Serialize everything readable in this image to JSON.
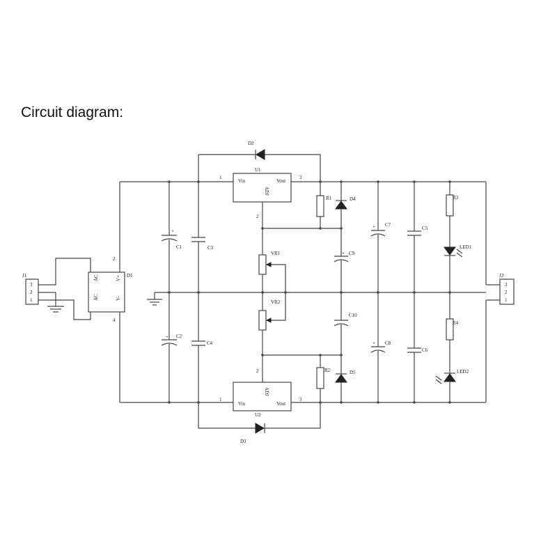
{
  "page": {
    "title": "Circuit diagram:"
  },
  "connectors": {
    "j1": {
      "ref": "J1",
      "pins": [
        "3",
        "2",
        "1"
      ]
    },
    "j2": {
      "ref": "J2",
      "pins": [
        "3",
        "2",
        "1"
      ]
    }
  },
  "bridge": {
    "ref": "D1",
    "ac_top": "AC",
    "ac_bottom": "AC",
    "v_plus": "V+",
    "v_minus": "V-",
    "pin_plus": "2",
    "pin_minus": "4"
  },
  "regulators": {
    "u1": {
      "ref": "U1",
      "vin": "Vin",
      "vout": "Vout",
      "adj": "ADJ",
      "pin_in": "1",
      "pin_out": "3",
      "pin_adj": "2"
    },
    "u2": {
      "ref": "U2",
      "vin": "Vin",
      "vout": "Vout",
      "adj": "ADJ",
      "pin_in": "1",
      "pin_out": "3",
      "pin_adj": "2"
    }
  },
  "diodes": {
    "d2": "D2",
    "d3": "D3",
    "d4": "D4",
    "d5": "D5"
  },
  "resistors": {
    "r1": "R1",
    "r2": "R2",
    "r3": "R3",
    "r4": "R4"
  },
  "pots": {
    "vr1": "VR1",
    "vr2": "VR2"
  },
  "capacitors": {
    "c1": "C1",
    "c2": "C2",
    "c3": "C3",
    "c4": "C4",
    "c5": "C5",
    "c6": "C6",
    "c7": "C7",
    "c8": "C8",
    "c9": "C9",
    "c10": "C10",
    "polarity_plus": "+"
  },
  "leds": {
    "led1": "LED1",
    "led2": "LED2"
  }
}
